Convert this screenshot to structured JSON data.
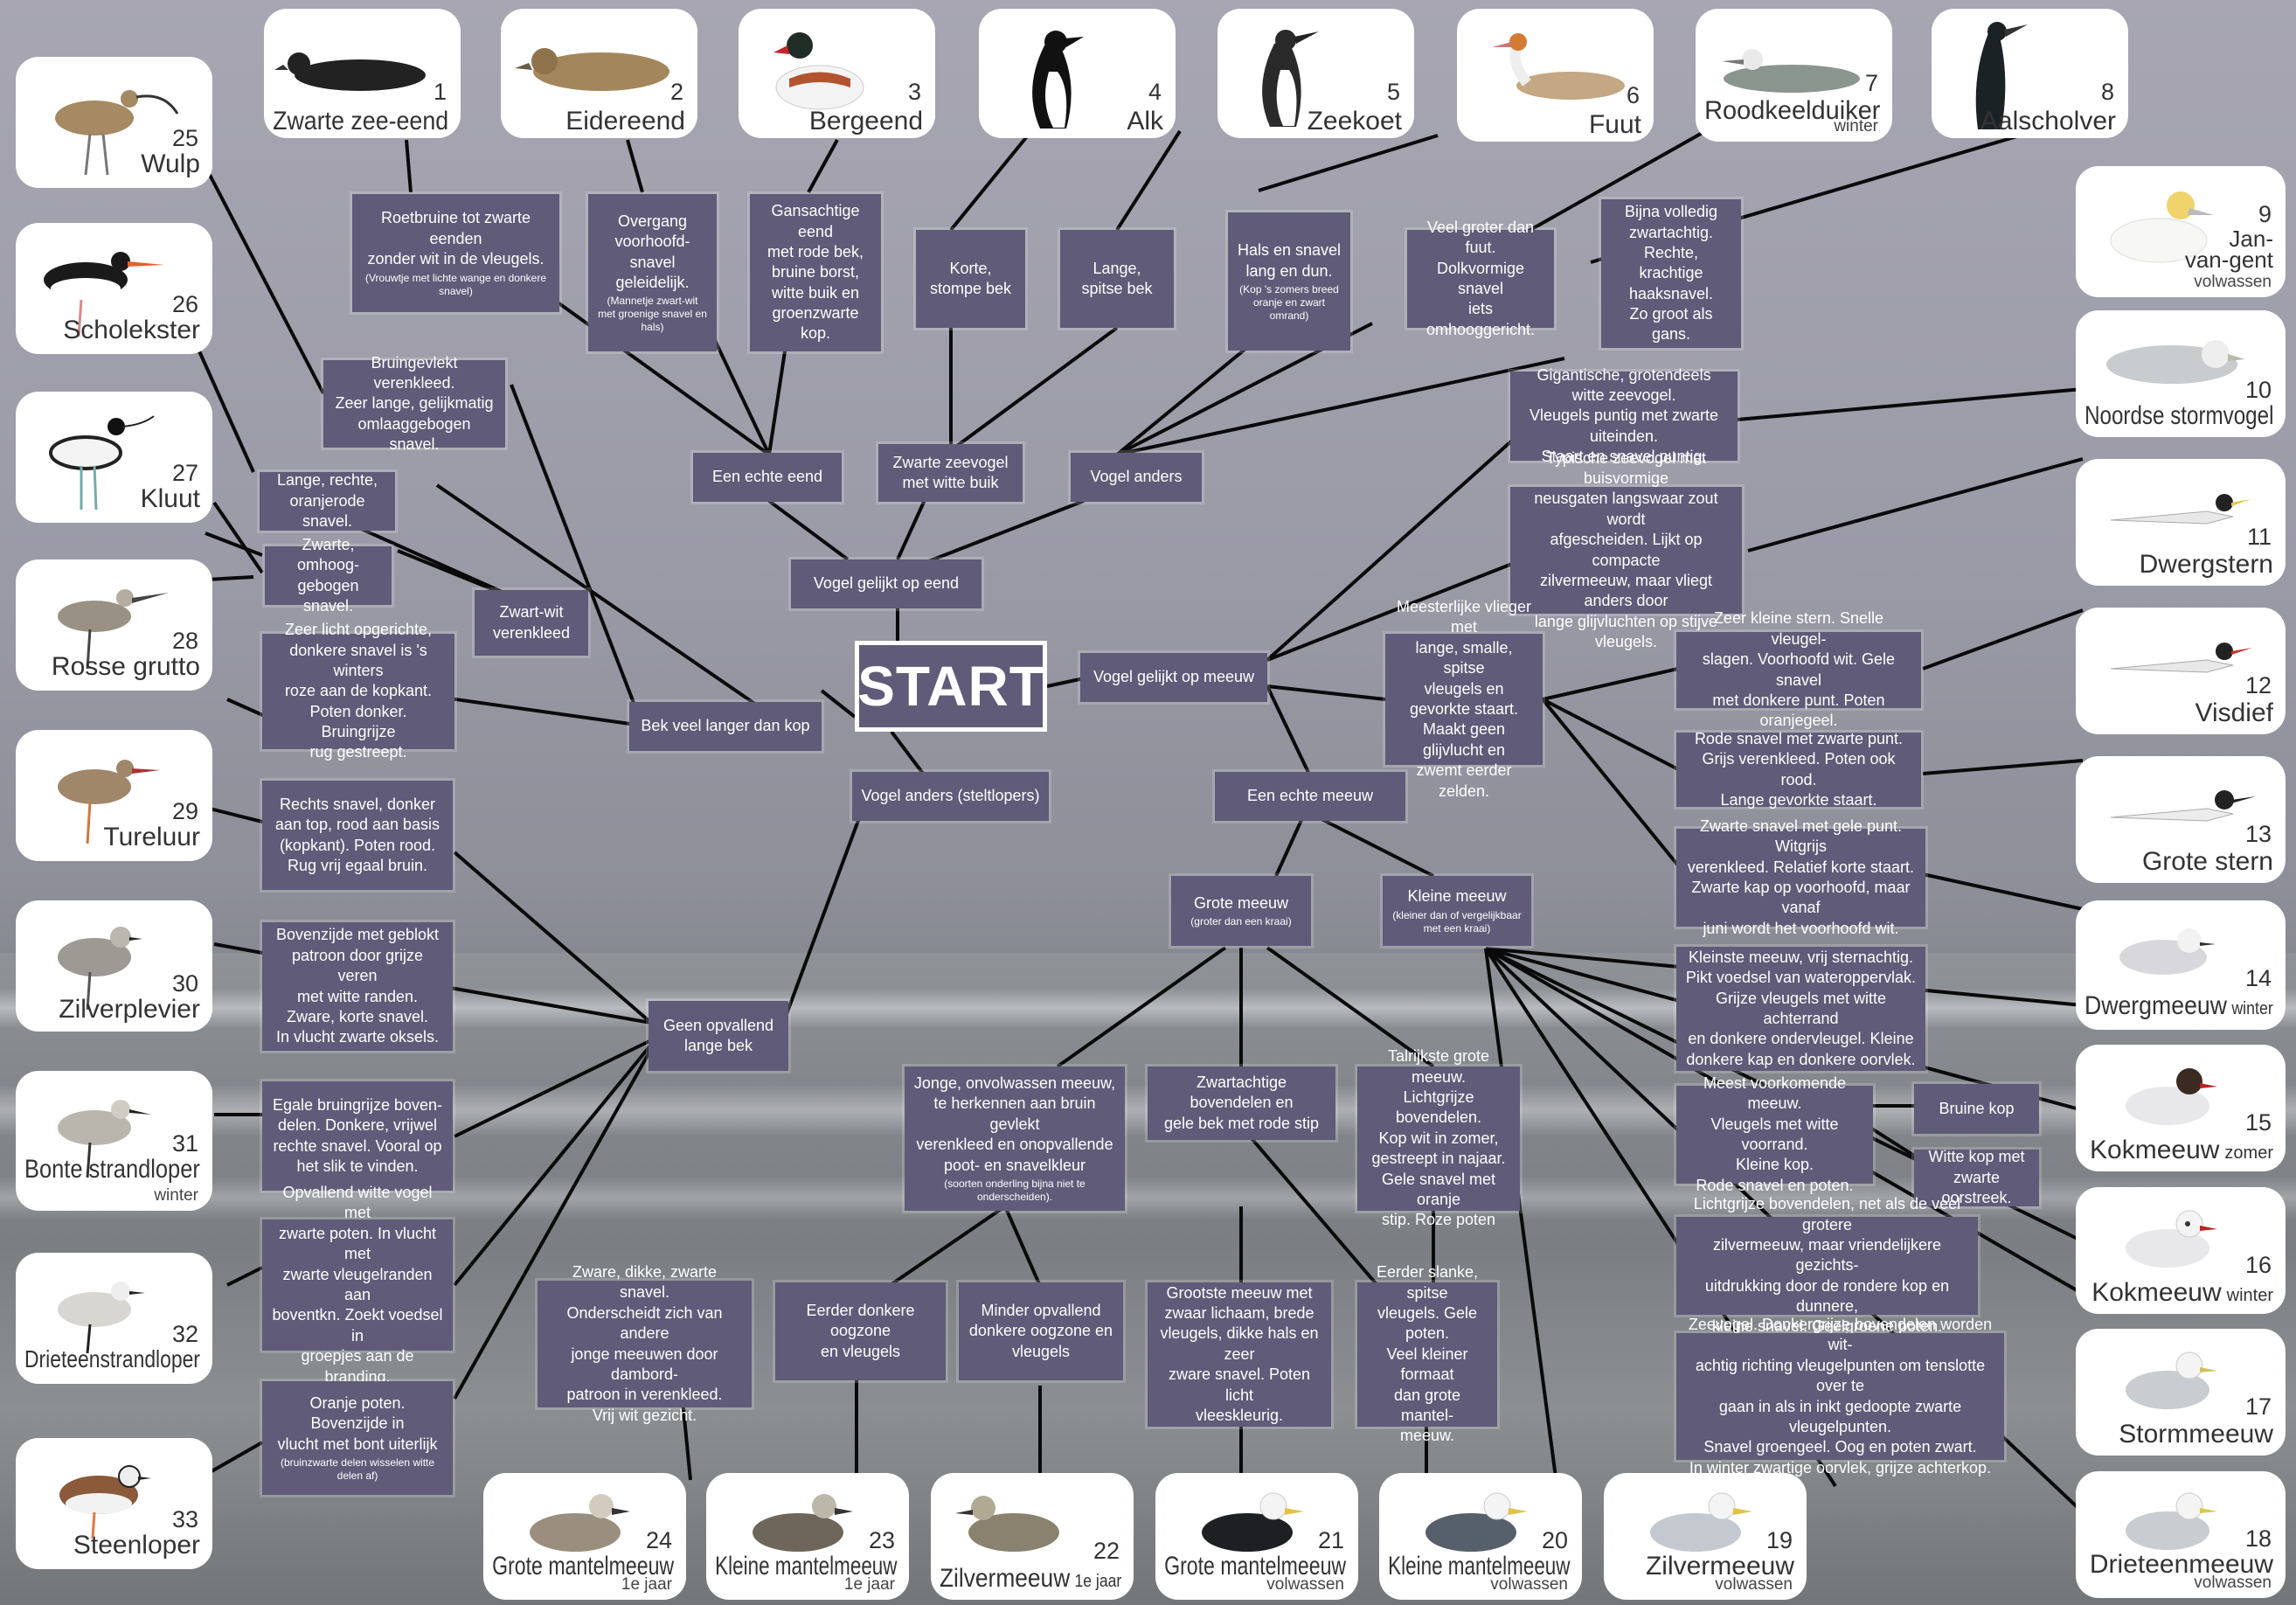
{
  "start": "START",
  "birds": {
    "b1": {
      "num": "1",
      "name": "Zwarte zee-eend"
    },
    "b2": {
      "num": "2",
      "name": "Eidereend"
    },
    "b3": {
      "num": "3",
      "name": "Bergeend"
    },
    "b4": {
      "num": "4",
      "name": "Alk"
    },
    "b5": {
      "num": "5",
      "name": "Zeekoet"
    },
    "b6": {
      "num": "6",
      "name": "Fuut"
    },
    "b7": {
      "num": "7",
      "name": "Roodkeelduiker",
      "sub": "winter"
    },
    "b8": {
      "num": "8",
      "name": "Aalscholver"
    },
    "b9": {
      "num": "9",
      "name1": "Jan-",
      "name2": "van-gent",
      "sub": "volwassen"
    },
    "b10": {
      "num": "10",
      "name": "Noordse stormvogel"
    },
    "b11": {
      "num": "11",
      "name": "Dwergstern"
    },
    "b12": {
      "num": "12",
      "name": "Visdief"
    },
    "b13": {
      "num": "13",
      "name": "Grote stern"
    },
    "b14": {
      "num": "14",
      "name": "Dwergmeeuw",
      "inline": "winter"
    },
    "b15": {
      "num": "15",
      "name": "Kokmeeuw",
      "inline": "zomer"
    },
    "b16": {
      "num": "16",
      "name": "Kokmeeuw",
      "inline": "winter"
    },
    "b17": {
      "num": "17",
      "name": "Stormmeeuw"
    },
    "b18": {
      "num": "18",
      "name": "Drieteenmeeuw",
      "sub": "volwassen"
    },
    "b19": {
      "num": "19",
      "name": "Zilvermeeuw",
      "sub": "volwassen"
    },
    "b20": {
      "num": "20",
      "name": "Kleine mantelmeeuw",
      "sub": "volwassen"
    },
    "b21": {
      "num": "21",
      "name": "Grote mantelmeeuw",
      "sub": "volwassen"
    },
    "b22": {
      "num": "22",
      "name": "Zilvermeeuw",
      "inline": "1e jaar"
    },
    "b23": {
      "num": "23",
      "name": "Kleine mantelmeeuw",
      "sub": "1e jaar"
    },
    "b24": {
      "num": "24",
      "name": "Grote mantelmeeuw",
      "sub": "1e jaar"
    },
    "b25": {
      "num": "25",
      "name": "Wulp"
    },
    "b26": {
      "num": "26",
      "name": "Scholekster"
    },
    "b27": {
      "num": "27",
      "name": "Kluut"
    },
    "b28": {
      "num": "28",
      "name": "Rosse grutto"
    },
    "b29": {
      "num": "29",
      "name": "Tureluur"
    },
    "b30": {
      "num": "30",
      "name": "Zilverplevier"
    },
    "b31": {
      "num": "31",
      "name": "Bonte strandloper",
      "sub": "winter"
    },
    "b32": {
      "num": "32",
      "name": "Drieteenstrandloper"
    },
    "b33": {
      "num": "33",
      "name": "Steenloper"
    }
  },
  "nodes": {
    "eend": "Vogel gelijkt op eend",
    "meeuw": "Vogel gelijkt op meeuw",
    "stelt": "Vogel anders (steltlopers)",
    "echteEend": "Een echte eend",
    "zwarteZee": [
      "Zwarte zeevogel",
      "met witte buik"
    ],
    "vogelAnders": "Vogel anders",
    "echteMeeuw": "Een echte meeuw",
    "groteMeeuw": "Grote meeuw",
    "groteMeeuwSmall": "(groter dan een kraai)",
    "kleineMeeuw": "Kleine meeuw",
    "kleineMeeuwSmall": "(kleiner dan of vergelijkbaar met een kraai)",
    "bekLanger": "Bek veel langer dan kop",
    "geenBek": [
      "Geen opvallend",
      "lange bek"
    ],
    "zwartWit": [
      "Zwart-wit",
      "verenkleed"
    ],
    "roet": [
      "Roetbruine tot zwarte eenden",
      "zonder wit in de vleugels."
    ],
    "roetSmall": "(Vrouwtje met lichte wange en donkere snavel)",
    "overgang": [
      "Overgang",
      "voorhoofd-snavel",
      "geleidelijk."
    ],
    "overgangSmall": "(Mannetje zwart-wit met groenige snavel en hals)",
    "gans": [
      "Gansachtige eend",
      "met rode bek,",
      "bruine borst,",
      "witte buik en",
      "groenzwarte kop."
    ],
    "korte": [
      "Korte,",
      "stompe bek"
    ],
    "lange": [
      "Lange,",
      "spitse bek"
    ],
    "halsSnavel": [
      "Hals en snavel",
      "lang en dun."
    ],
    "halsSmall": "(Kop 's zomers breed oranje en zwart omrand)",
    "veelGroter": [
      "Veel groter dan fuut.",
      "Dolkvormige snavel",
      "iets omhooggericht."
    ],
    "bijna": [
      "Bijna volledig",
      "zwartachtig.",
      "Rechte, krachtige",
      "haaksnavel.",
      "Zo groot als gans."
    ],
    "gigant": [
      "Gigantische, grotendeels witte zeevogel.",
      "Vleugels puntig met zwarte uiteinden.",
      "Staart en snavel puntig."
    ],
    "typisch": [
      "Typische zeevogel met buisvormige",
      "neusgaten langswaar zout wordt",
      "afgescheiden. Lijkt op compacte",
      "zilvermeeuw, maar vliegt anders door",
      "lange glijvluchten op stijve vleugels."
    ],
    "meester": [
      "Meesterlijke vlieger met",
      "lange, smalle, spitse",
      "vleugels en gevorkte staart.",
      "Maakt geen glijvlucht en",
      "zwemt eerder zelden."
    ],
    "zeerKlein": [
      "Zeer kleine stern. Snelle vleugel-",
      "slagen. Voorhoofd wit. Gele snavel",
      "met donkere punt. Poten oranjegeel."
    ],
    "rodeSnavel": [
      "Rode snavel met zwarte punt.",
      "Grijs verenkleed. Poten ook rood.",
      "Lange gevorkte staart."
    ],
    "zwarteSnavel": [
      "Zwarte snavel met gele punt. Witgrijs",
      "verenkleed. Relatief korte staart.",
      "Zwarte kap op voorhoofd, maar vanaf",
      "juni wordt het voorhoofd wit."
    ],
    "kleinste": [
      "Kleinste meeuw, vrij sternachtig.",
      "Pikt voedsel van wateroppervlak.",
      "Grijze vleugels met witte achterrand",
      "en donkere ondervleugel. Kleine",
      "donkere kap en donkere oorvlek."
    ],
    "meest": [
      "Meest voorkomende meeuw.",
      "Vleugels met witte voorrand.",
      "Kleine kop.",
      "Rode snavel en poten."
    ],
    "bruineKop": "Bruine kop",
    "witteKop": [
      "Witte kop met",
      "zwarte oorstreek."
    ],
    "lichtgrijs": [
      "Lichtgrijze bovendelen, net als de veel grotere",
      "zilvermeeuw, maar vriendelijkere gezichts-",
      "uitdrukking door de rondere kop en dunnere,",
      "kleine snavel. Geelgroene poten."
    ],
    "zeevogel": [
      "Zeevogel. Donkergrijze bovendelen worden wit-",
      "achtig richting vleugelpunten om tenslotte over te",
      "gaan in als in inkt gedoopte zwarte vleugelpunten.",
      "Snavel groengeel. Oog en poten zwart.",
      "In winter zwartige oorvlek, grijze achterkop."
    ],
    "jonge": [
      "Jonge, onvolwassen meeuw,",
      "te herkennen aan bruin gevlekt",
      "verenkleed en onopvallende",
      "poot- en snavelkleur"
    ],
    "jongeSmall": "(soorten onderling bijna niet te onderscheiden).",
    "zwartachtig": [
      "Zwartachtige bovendelen en",
      "gele bek met rode stip"
    ],
    "talrijkste": [
      "Talrijkste grote meeuw.",
      "Lichtgrijze bovendelen.",
      "Kop wit in zomer,",
      "gestreept in najaar.",
      "Gele snavel met oranje",
      "stip. Roze poten"
    ],
    "zware": [
      "Zware, dikke, zwarte snavel.",
      "Onderscheidt zich van andere",
      "jonge meeuwen door dambord-",
      "patroon in verenkleed.",
      "Vrij wit gezicht."
    ],
    "eerderDonker": [
      "Eerder donkere oogzone",
      "en vleugels"
    ],
    "minder": [
      "Minder opvallend",
      "donkere oogzone en",
      "vleugels"
    ],
    "grootste": [
      "Grootste meeuw met",
      "zwaar lichaam, brede",
      "vleugels, dikke hals en zeer",
      "zware snavel. Poten licht",
      "vleeskleurig."
    ],
    "slanke": [
      "Eerder slanke, spitse",
      "vleugels. Gele poten.",
      "Veel kleiner formaat",
      "dan grote mantel-",
      "meeuw."
    ],
    "bruingevlekt": [
      "Bruingevlekt verenkleed.",
      "Zeer lange, gelijkmatig",
      "omlaaggebogen snavel."
    ],
    "langeRechte": [
      "Lange, rechte,",
      "oranjerode snavel."
    ],
    "zwarteOmhoog": [
      "Zwarte, omhoog-",
      "gebogen snavel."
    ],
    "zeerLicht": [
      "Zeer licht opgerichte,",
      "donkere snavel is 's winters",
      "roze aan de kopkant.",
      "Poten donker. Bruingrijze",
      "rug gestreept."
    ],
    "rechts": [
      "Rechts snavel, donker",
      "aan top, rood aan basis",
      "(kopkant). Poten rood.",
      "Rug vrij egaal bruin."
    ],
    "bovenzijde": [
      "Bovenzijde met geblokt",
      "patroon door grijze veren",
      "met witte randen.",
      "Zware, korte snavel.",
      "In vlucht zwarte oksels."
    ],
    "egale": [
      "Egale bruingrijze boven-",
      "delen. Donkere, vrijwel",
      "rechte snavel. Vooral op",
      "het slik te vinden."
    ],
    "opvallend": [
      "Opvallend witte vogel met",
      "zwarte poten. In vlucht met",
      "zwarte vleugelranden aan",
      "boventkn. Zoekt voedsel in",
      "groepjes aan de branding."
    ],
    "oranje": [
      "Oranje poten. Bovenzijde in",
      "vlucht met bont uiterlijk"
    ],
    "oranjeSmall": "(bruinzwarte delen wisselen witte delen af)"
  },
  "colors": {
    "box": "#5f5b78",
    "line": "#0a0a0a",
    "card": "#ffffff",
    "sky": "#9b9aa7",
    "sea": "#7a7d82"
  }
}
